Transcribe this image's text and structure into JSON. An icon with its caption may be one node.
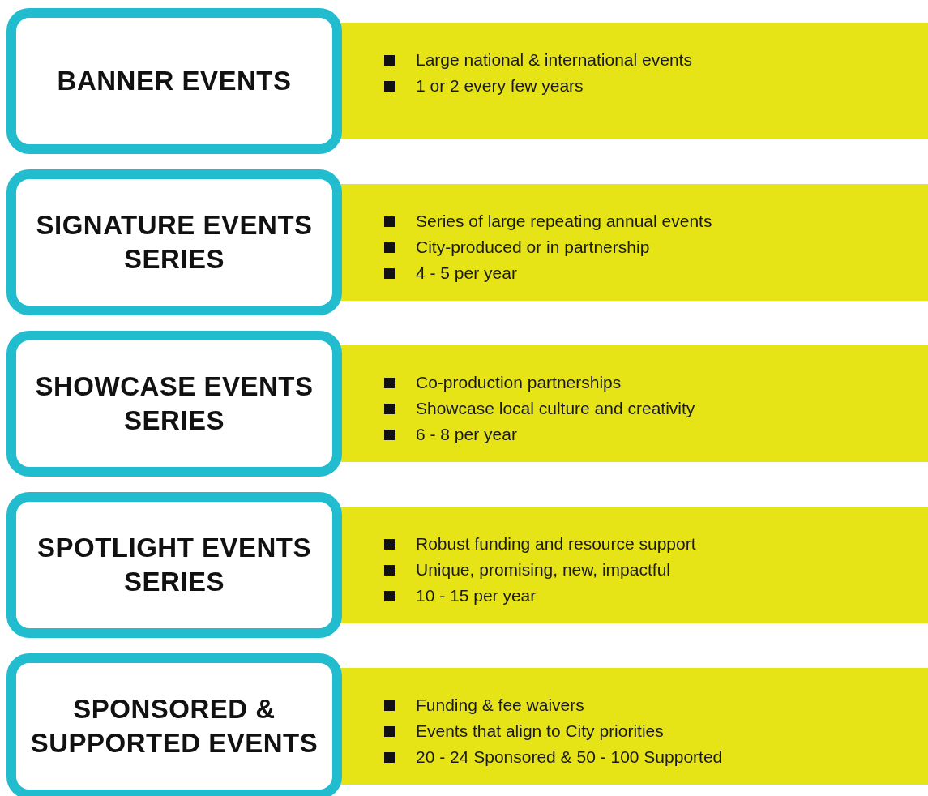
{
  "diagram": {
    "nodes": [
      {
        "text": [
          "BANNER EVENTS"
        ]
      },
      {
        "text": [
          "Large national & international events",
          "1 or 2 every few years"
        ]
      },
      {
        "text": [
          "SIGNATURE EVENTS SERIES"
        ]
      },
      {
        "text": [
          "Series of large repeating annual events",
          "City-produced or in partnership",
          "4 - 5 per year"
        ]
      },
      {
        "text": [
          "SHOWCASE EVENTS SERIES"
        ]
      },
      {
        "text": [
          "Co-production partnerships",
          "Showcase local culture and creativity",
          "6 - 8 per year"
        ]
      },
      {
        "text": [
          "SPOTLIGHT EVENTS SERIES"
        ]
      },
      {
        "text": [
          "Robust funding and resource support",
          "Unique, promising, new, impactful",
          "10 - 15 per year"
        ]
      },
      {
        "text": [
          "SPONSORED & SUPPORTED EVENTS"
        ]
      },
      {
        "text": [
          "Funding & fee waivers",
          "Events that align to City priorities",
          "20 - 24 Sponsored & 50 - 100 Supported"
        ]
      }
    ]
  }
}
